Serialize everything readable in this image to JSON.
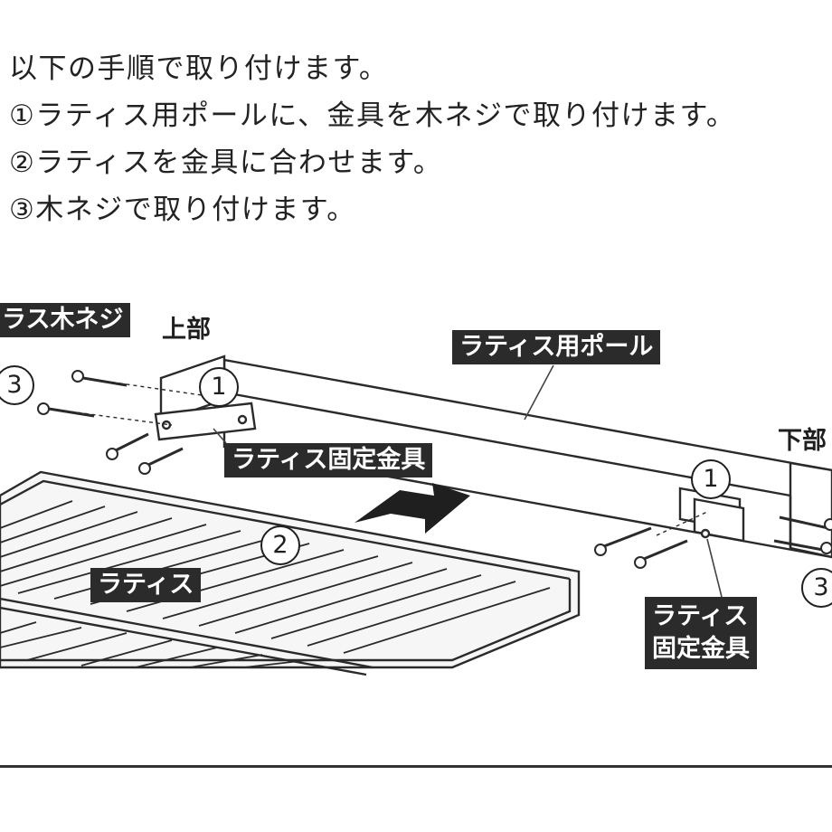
{
  "instructions": [
    "以下の手順で取り付けます。",
    "①ラティス用ポールに、金具を木ネジで取り付けます。",
    "②ラティスを金具に合わせます。",
    "③木ネジで取り付けます。"
  ],
  "labels": {
    "screw_tag": "ラス木ネジ",
    "upper": "上部",
    "lower": "下部",
    "pole_tag": "ラティス用ポール",
    "bracket_tag_top": "ラティス固定金具",
    "lattice_tag": "ラティス",
    "bracket_tag_bottom_line1": "ラティス",
    "bracket_tag_bottom_line2": "固定金具"
  },
  "steps": {
    "one": "1",
    "two": "2",
    "three": "3"
  }
}
